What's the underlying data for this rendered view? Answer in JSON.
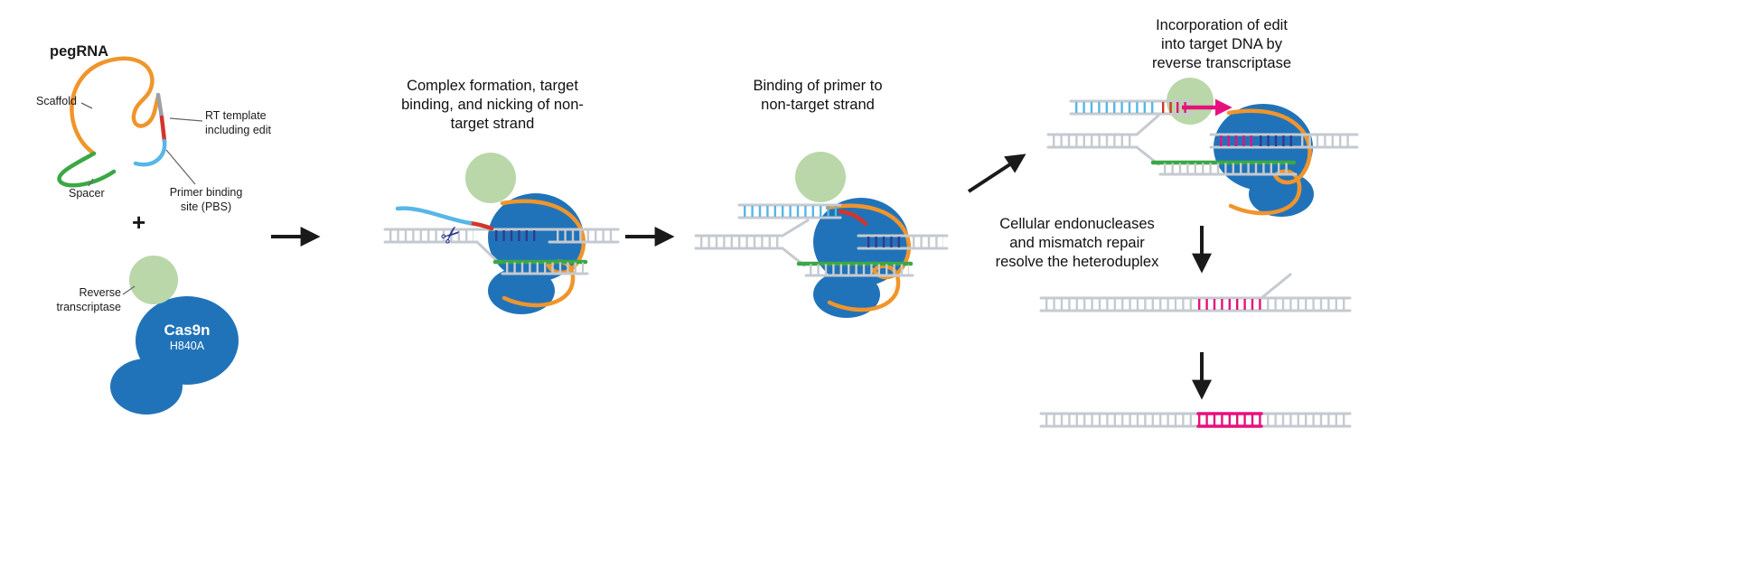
{
  "pegrna": {
    "title": "pegRNA",
    "scaffold": "Scaffold",
    "rt_template": "RT template\nincluding edit",
    "pbs": "Primer binding\nsite (PBS)",
    "spacer": "Spacer",
    "plus": "+"
  },
  "protein": {
    "reverse_transcriptase": "Reverse\ntranscriptase",
    "cas9n": "Cas9n",
    "variant": "H840A"
  },
  "steps": {
    "step1": "Complex formation, target\nbinding, and nicking of non-\ntarget strand",
    "step2": "Binding of primer to\nnon-target strand",
    "step3": "Incorporation of edit\ninto target DNA by\nreverse transcriptase",
    "step4": "Cellular endonucleases\nand mismatch repair\nresolve the heteroduplex"
  },
  "icons": {
    "scissors": "✂"
  },
  "colors": {
    "scaffold_orange": "#f0952c",
    "spacer_green": "#3aa845",
    "pbs_cyan": "#56b7e6",
    "edit_red": "#d2352b",
    "edit_pink": "#e6117e",
    "hybrid_navy": "#33398d",
    "cas9_blue": "#2173b9",
    "rt_green": "#b9d7a8",
    "dna_gray": "#c5cad0"
  }
}
